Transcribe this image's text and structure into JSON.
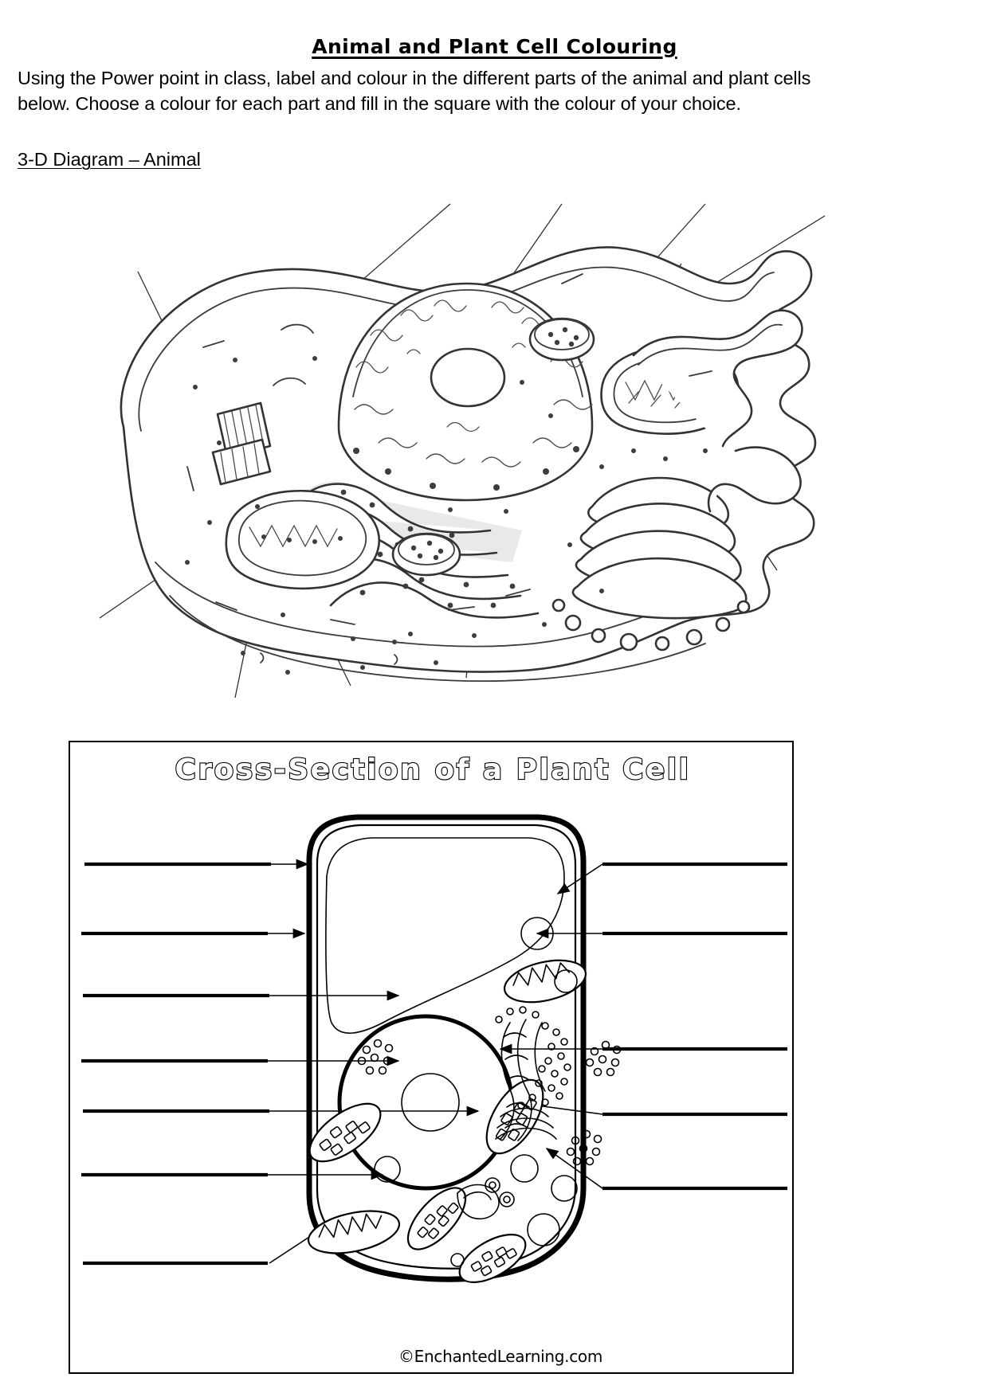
{
  "document": {
    "title": "Animal and Plant Cell Colouring",
    "instructions": "Using the Power point in class, label and colour in the different parts of the animal and plant cells below. Choose a colour for each part and fill in the square with the colour of your choice.",
    "section_heading": "3-D Diagram – Animal"
  },
  "animal_diagram": {
    "caption": "3-D Diagram – Animal",
    "style": "greyscale pencil-shaded three-dimensional animal cell cutaway",
    "blank_leader_lines": 12,
    "organelles_shown": [
      "cell membrane",
      "nucleus",
      "nucleolus",
      "nuclear envelope",
      "rough endoplasmic reticulum",
      "smooth endoplasmic reticulum",
      "golgi apparatus",
      "mitochondrion",
      "lysosome",
      "ribosomes",
      "centriole",
      "cytoplasm",
      "vesicle",
      "microtubules"
    ]
  },
  "plant_diagram": {
    "title": "Cross-Section of a Plant Cell",
    "credit": "©EnchantedLearning.com",
    "left_label_lines": 7,
    "right_label_lines": 5,
    "organelles_shown": [
      "cell wall",
      "cell membrane",
      "vacuole",
      "nucleus",
      "nucleolus",
      "chloroplast",
      "mitochondrion",
      "golgi body",
      "rough endoplasmic reticulum",
      "smooth endoplasmic reticulum",
      "ribosomes",
      "cytoplasm"
    ]
  },
  "colors": {
    "ink": "#000000",
    "paper": "#ffffff",
    "pencil_grey": "#555555"
  }
}
